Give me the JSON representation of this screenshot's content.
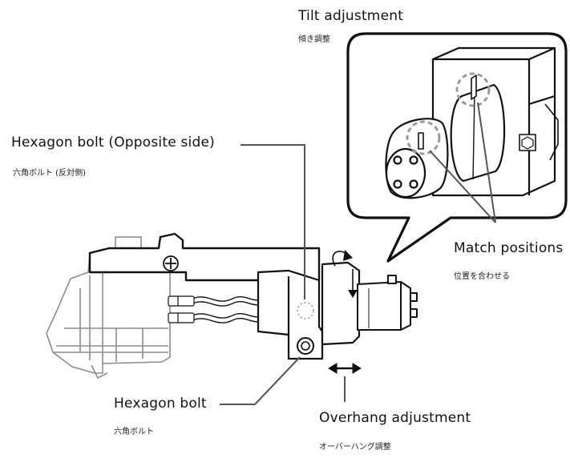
{
  "labels": {
    "tilt": {
      "en": "Tilt adjustment",
      "ja": "傾き調整"
    },
    "hex_opposite": {
      "en": "Hexagon bolt (Opposite side)",
      "ja": "六角ボルト (反対側)"
    },
    "match": {
      "en": "Match positions",
      "ja": "位置を合わせる"
    },
    "hex": {
      "en": "Hexagon bolt",
      "ja": "六角ボルト"
    },
    "overhang": {
      "en": "Overhang adjustment",
      "ja": "オーバーハング調整"
    }
  },
  "colors": {
    "line": "#111111",
    "cartridge": "#8c8c8c",
    "dashed_marker": "#9a9a9a",
    "leader": "#555555"
  },
  "icons": [
    "rotation-arrow-icon",
    "double-arrow-icon",
    "crosshead-screw-icon",
    "hex-socket-icon"
  ]
}
